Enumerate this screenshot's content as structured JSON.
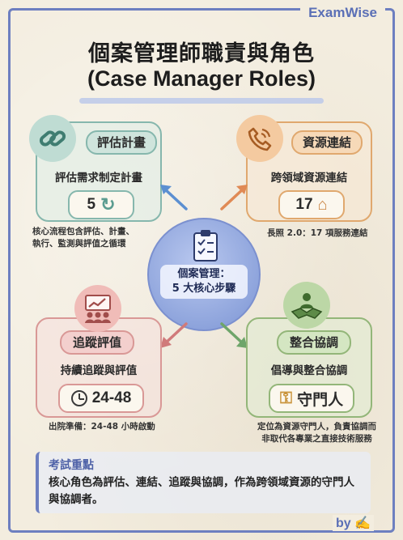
{
  "brand": "ExamWise",
  "title": {
    "zh": "個案管理師職責與角色",
    "en": "(Case Manager Roles)"
  },
  "center": {
    "line1": "個案管理：",
    "line2": "5 大核心步驟"
  },
  "cards": {
    "assessment": {
      "heading": "評估計畫",
      "subtitle": "評估需求制定計畫",
      "stat": "5",
      "note_line1": "核心流程包含評估、計畫、",
      "note_line2": "執行、監測與評值之循環",
      "icon": "link-icon",
      "color": "#86b7ad"
    },
    "linking": {
      "heading": "資源連結",
      "subtitle": "跨領域資源連結",
      "stat": "17",
      "note": "長照 2.0：17 項服務連結",
      "icon": "phone-icon",
      "color": "#e0a86e"
    },
    "followup": {
      "heading": "追蹤評值",
      "subtitle": "持續追蹤與評值",
      "stat": "24-48",
      "note": "出院準備：24-48 小時啟動",
      "icon": "chart-people-icon",
      "color": "#d99896"
    },
    "coordination": {
      "heading": "整合協調",
      "subtitle": "倡導與整合協調",
      "stat": "守門人",
      "note_line1": "定位為資源守門人，負責協調而",
      "note_line2": "非取代各專業之直接技術服務",
      "icon": "handshake-icon",
      "color": "#93b679"
    }
  },
  "exam_focus": {
    "title": "考試重點",
    "body": "核心角色為評估、連結、追蹤與協調，作為跨領域資源的守門人與協調者。"
  },
  "footer": {
    "by": "by"
  }
}
